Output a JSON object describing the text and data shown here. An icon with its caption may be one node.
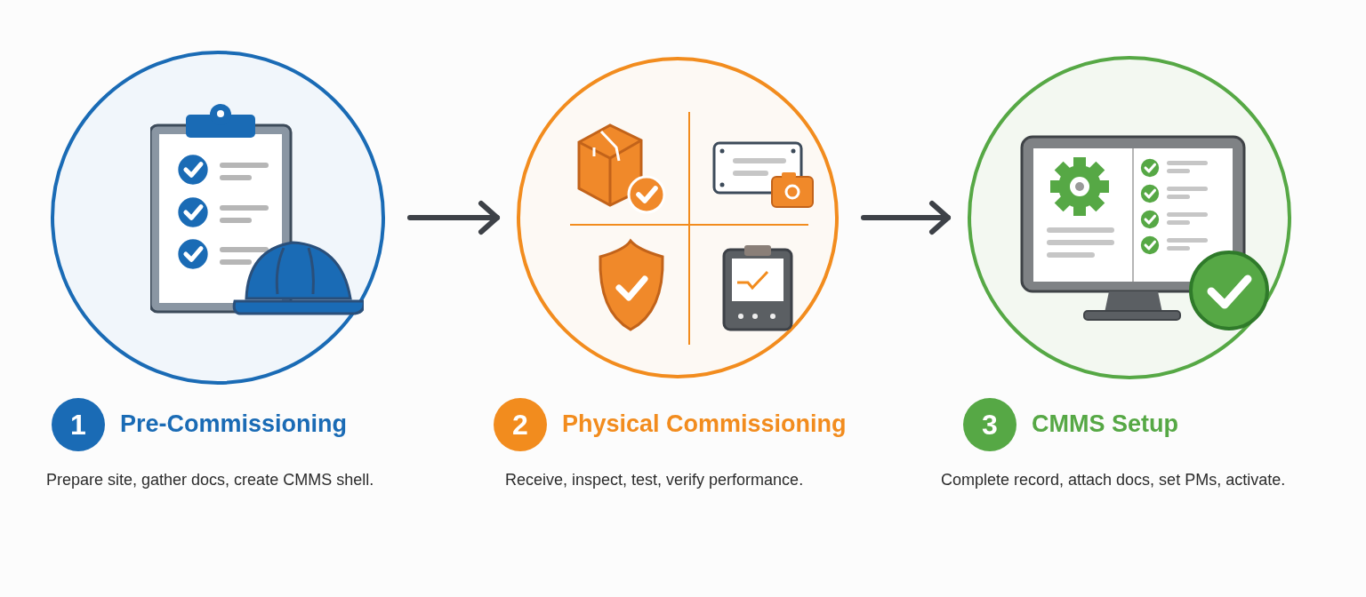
{
  "diagram": {
    "nodes": [
      {
        "text": [],
        "shape": "circle"
      },
      {
        "text": [],
        "shape": "circle"
      },
      {
        "text": [],
        "shape": "circle"
      },
      {
        "text": [
          "1"
        ],
        "beside": [
          "Pre-Commissioning",
          "Prepare site, gather docs, create CMMS shell."
        ]
      },
      {
        "text": [
          "2"
        ],
        "beside": [
          "Physical Commissioning",
          "Receive, inspect, test, verify performance."
        ]
      },
      {
        "text": [
          "3"
        ],
        "beside": [
          "CMMS Setup",
          "Complete record, attach docs, set PMs, activate."
        ]
      }
    ],
    "edges": [
      {
        "from": 0,
        "to": 1,
        "arrow": "to"
      },
      {
        "from": 1,
        "to": 2,
        "arrow": "to"
      }
    ]
  }
}
